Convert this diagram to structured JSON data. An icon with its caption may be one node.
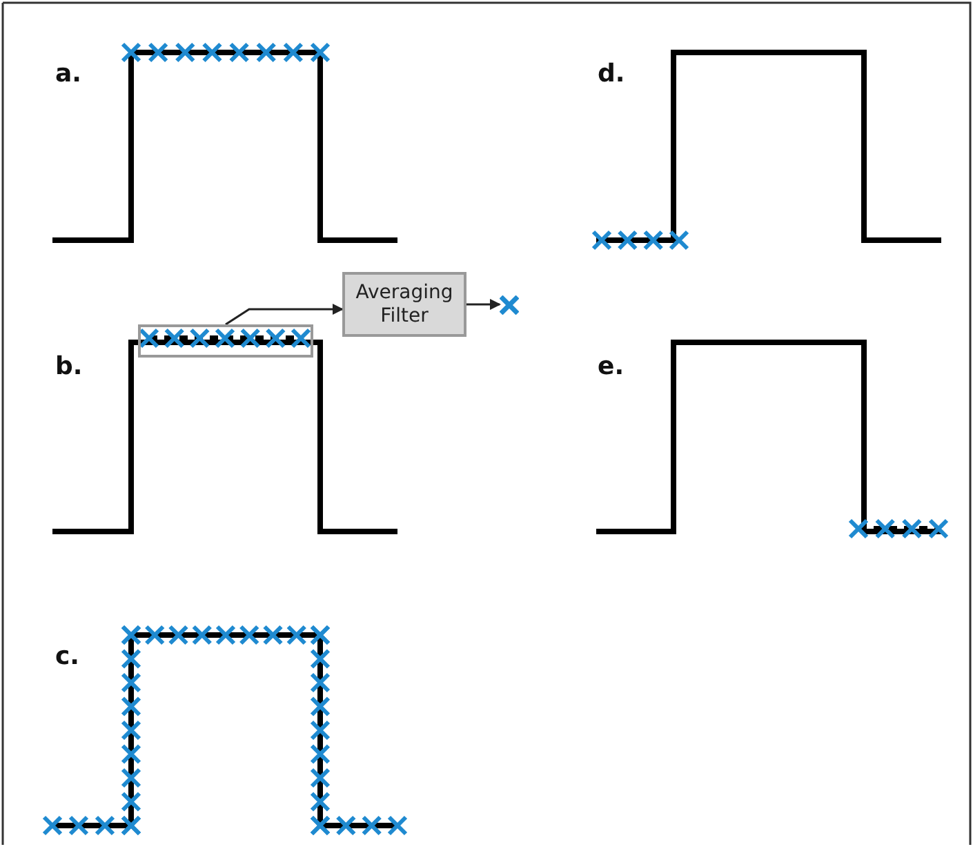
{
  "diagram": {
    "nodes": [
      {
        "text": [],
        "shape": "box"
      },
      {
        "text": [
          "Averaging Filter"
        ]
      },
      {
        "text": [],
        "shape": "cross"
      }
    ],
    "edges": [
      {
        "from": 0,
        "to": 1,
        "arrow": "to"
      },
      {
        "from": 1,
        "to": 2,
        "arrow": "to"
      }
    ],
    "labels": [
      "a.",
      "b.",
      "c.",
      "d.",
      "e."
    ]
  }
}
